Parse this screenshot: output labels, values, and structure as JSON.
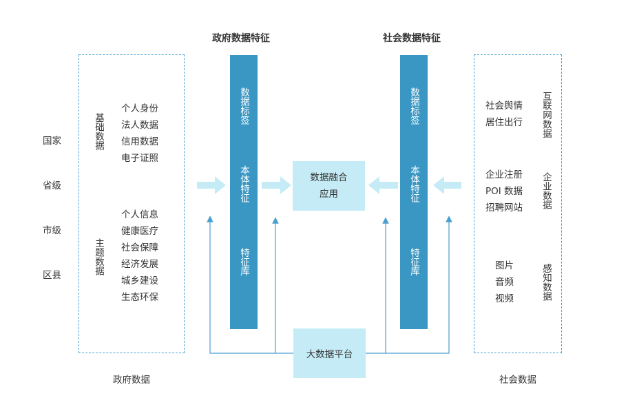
{
  "titles": {
    "gov_features": "政府数据特征",
    "social_features": "社会数据特征"
  },
  "levels": [
    "国家",
    "省级",
    "市级",
    "区县"
  ],
  "gov_box": {
    "basic": {
      "label": "基础数据",
      "items": [
        "个人身份",
        "法人数据",
        "信用数据",
        "电子证照"
      ]
    },
    "theme": {
      "label": "主题数据",
      "items": [
        "个人信息",
        "健康医疗",
        "社会保障",
        "经济发展",
        "城乡建设",
        "生态环保"
      ]
    },
    "caption": "政府数据"
  },
  "gov_bar": {
    "segments": [
      "数据标签",
      "本体特征",
      "特征库"
    ]
  },
  "social_bar": {
    "segments": [
      "数据标签",
      "本体特征",
      "特征库"
    ]
  },
  "center": {
    "fusion_line1": "数据融合",
    "fusion_line2": "应用",
    "platform": "大数据平台"
  },
  "social_box": {
    "internet": {
      "label": "互联网数据",
      "items": [
        "社会舆情",
        "居住出行"
      ]
    },
    "enterprise": {
      "label": "企业数据",
      "items": [
        "企业注册",
        "POI 数据",
        "招聘网站"
      ]
    },
    "sensing": {
      "label": "感知数据",
      "items": [
        "图片",
        "音频",
        "视频"
      ]
    },
    "caption": "社会数据"
  },
  "colors": {
    "bar": "#3a97c4",
    "light_box": "#c5ecf6",
    "arrow": "#c5ecf6",
    "line": "#4a9fd0",
    "dash": "#4a9fd0"
  }
}
